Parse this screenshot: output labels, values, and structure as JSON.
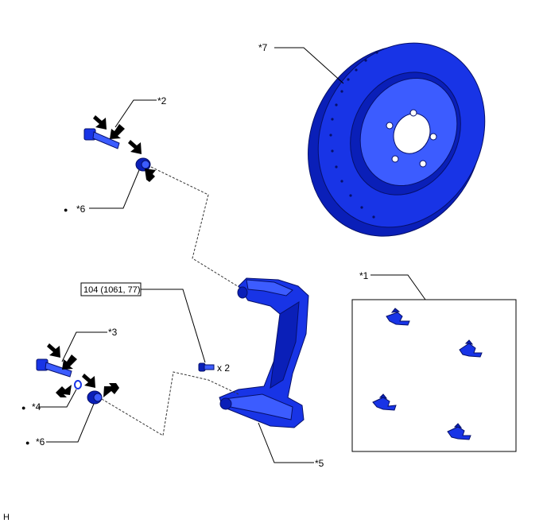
{
  "labels": {
    "l1": "*1",
    "l2": "*2",
    "l3": "*3",
    "l4": "*4",
    "l5": "*5",
    "l6a": "*6",
    "l6b": "*6",
    "l7": "*7"
  },
  "torque_box": "104 (1061, 77)",
  "bolt_qty": "x 2",
  "bullet": "●",
  "corner_code": "H",
  "colors": {
    "part_blue": "#1834e6",
    "part_dark": "#0a1fb8",
    "part_light": "#3c5cff"
  },
  "icon_names": [
    "arrow-icon",
    "bolt-icon",
    "bushing-icon",
    "brake-disc-icon",
    "caliper-bracket-icon",
    "pad-clip-icon"
  ]
}
